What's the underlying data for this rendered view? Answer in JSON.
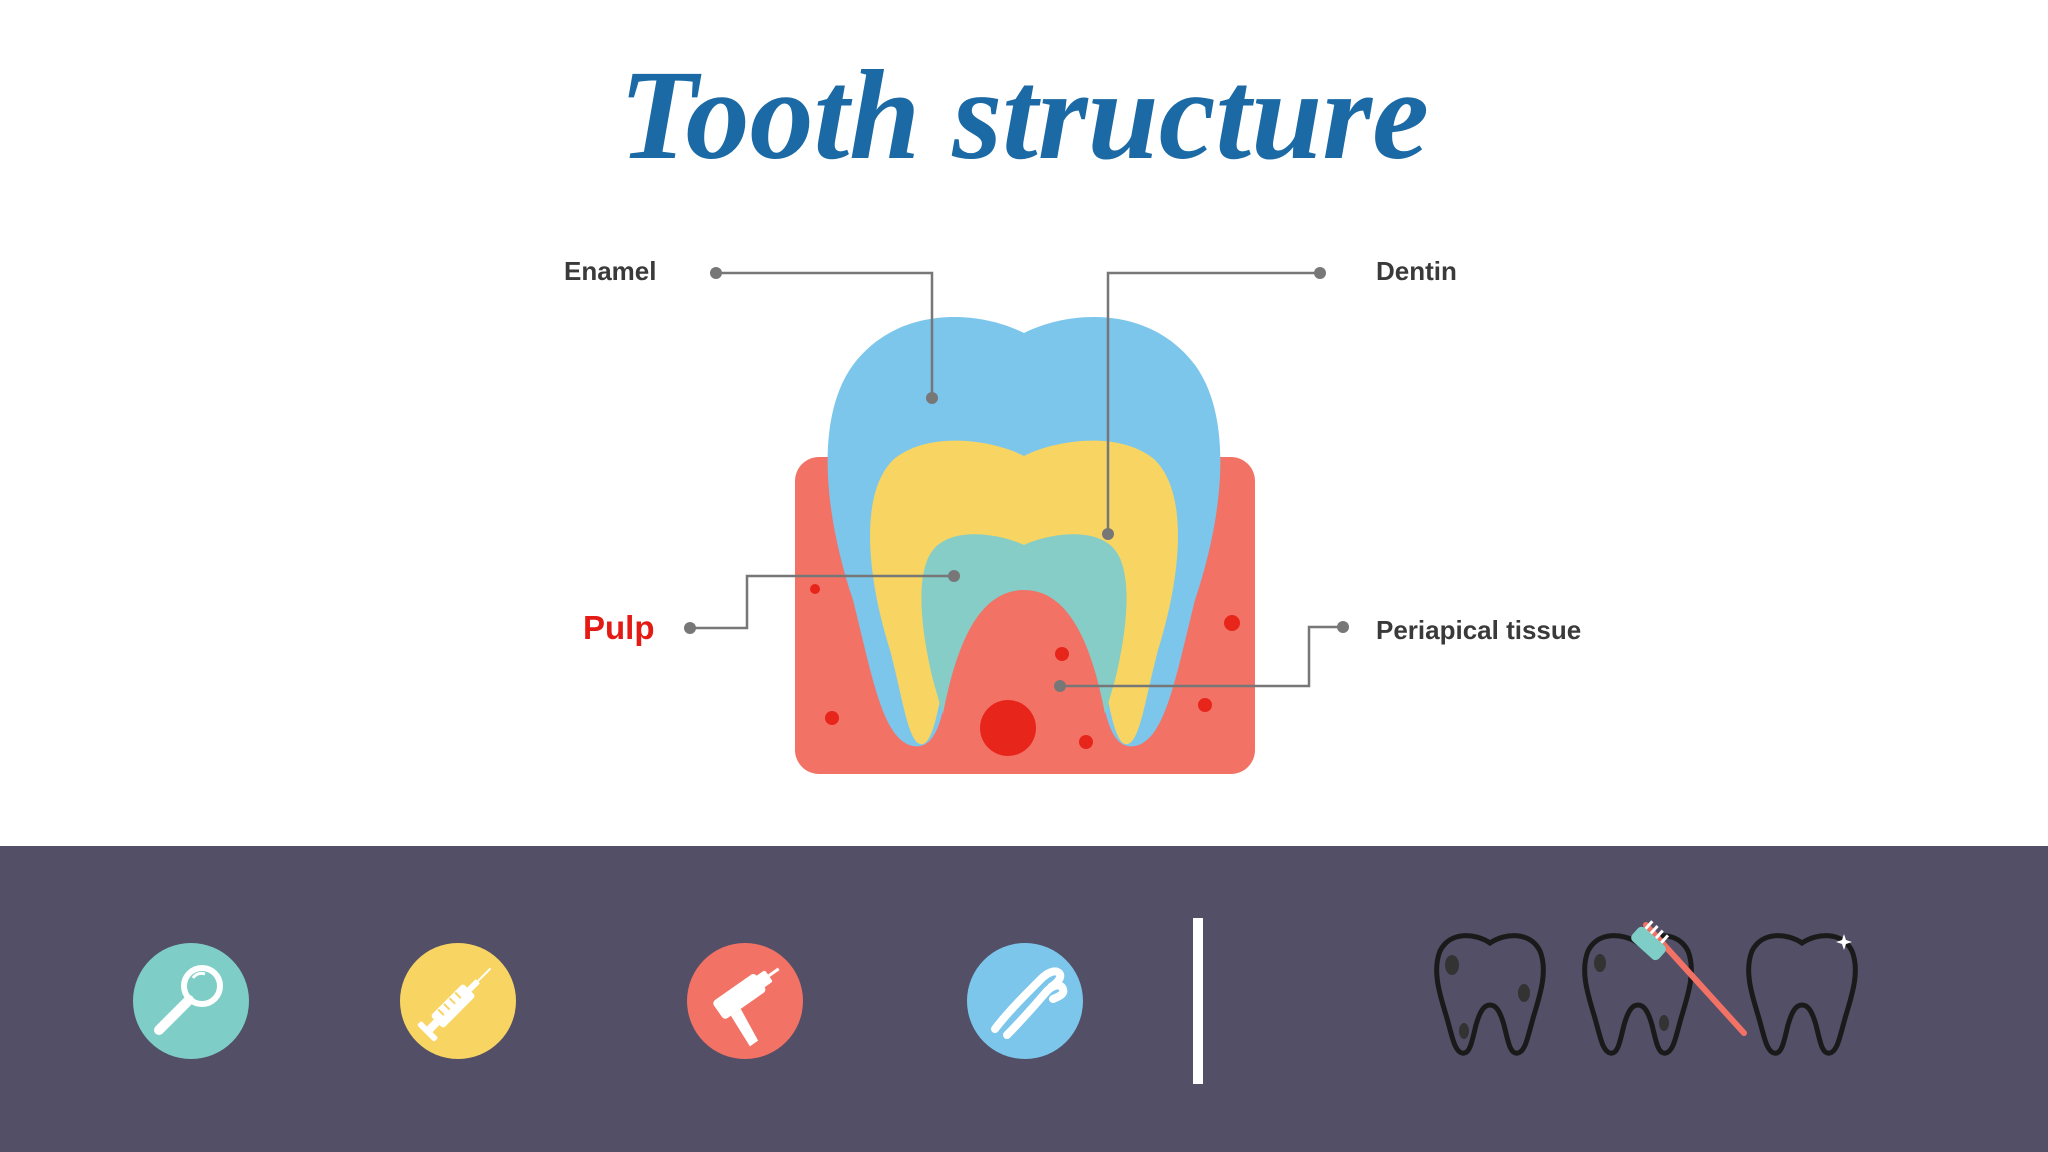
{
  "title": "Tooth structure",
  "labels": {
    "enamel": "Enamel",
    "dentin": "Dentin",
    "pulp": "Pulp",
    "periapical": "Periapical tissue"
  },
  "colors": {
    "title": "#1b6aa5",
    "enamel": "#7cc6ec",
    "dentin": "#f8d562",
    "pulp": "#85cdc6",
    "gum": "#f27266",
    "blood_dot": "#e8251b",
    "pulp_label": "#e31b14",
    "leader_line": "#777777",
    "footer_bg": "#524f66",
    "icon_teal": "#7ecdc6",
    "icon_yellow": "#f8d562",
    "icon_coral": "#f27266",
    "icon_blue": "#7cc6ec"
  },
  "footer": {
    "tool_icons": [
      "dental-mirror-icon",
      "syringe-icon",
      "dental-drill-icon",
      "dental-forceps-icon"
    ],
    "tooth_icons": [
      "tooth-decay-icon",
      "tooth-brushing-icon",
      "clean-tooth-icon"
    ]
  }
}
